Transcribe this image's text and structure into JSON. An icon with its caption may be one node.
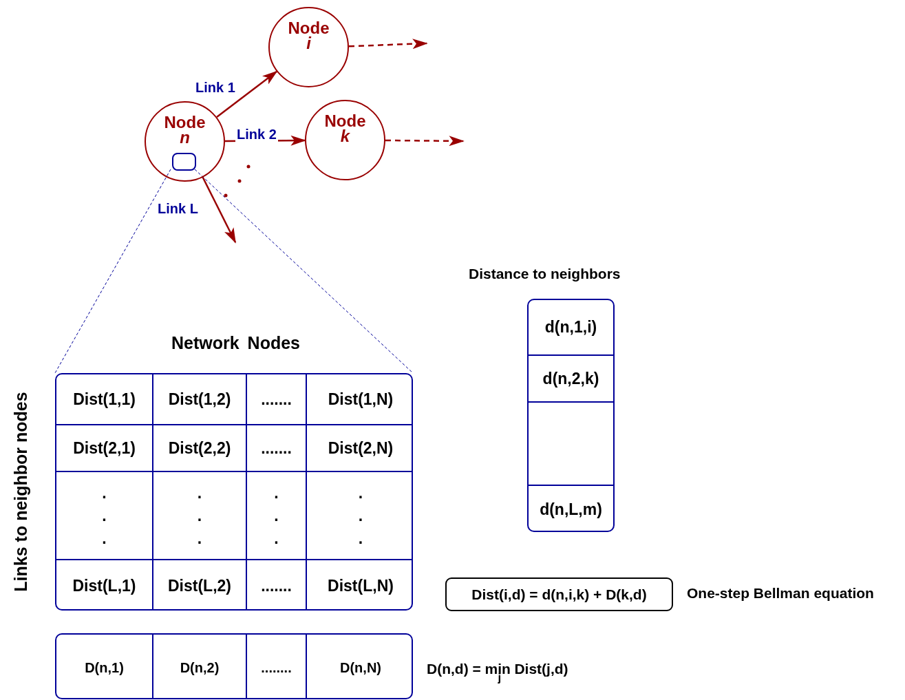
{
  "diagram": {
    "nodes": [
      {
        "text": [
          "Node",
          "i"
        ]
      },
      {
        "text": [
          "Node",
          "n"
        ]
      },
      {
        "text": [],
        "shape": "box",
        "in": 1
      },
      {
        "text": [
          "Node",
          "k"
        ]
      },
      {
        "text": [
          "Dist(1,1)",
          "Dist(1,2)",
          ".......",
          "Dist(1,N)",
          "Dist(2,1)",
          "Dist(2,2)",
          ".......",
          "Dist(2,N)",
          "...",
          "...",
          "...",
          "...",
          "Dist(L,1)",
          "Dist(L,2)",
          ".......",
          "Dist(L,N)"
        ]
      },
      {
        "text": [
          "d(n,1,i)",
          "d(n,2,k)",
          "d(n,L,m)"
        ]
      },
      {
        "text": [
          "Dist(i,d) = d(n,i,k) + D(k,d)"
        ],
        "beside": [
          "One-step Bellman equation"
        ]
      },
      {
        "text": [
          "D(n,1)",
          "D(n,2)",
          "........",
          "D(n,N)"
        ]
      }
    ],
    "edges": [
      {
        "from": 1,
        "to": 0,
        "arrow": "to",
        "label": "Link 1"
      },
      {
        "from": 1,
        "to": 3,
        "arrow": "to",
        "label": "Link 2"
      },
      {
        "from": 1,
        "to": null,
        "arrow": "to",
        "label": "Link L"
      },
      {
        "from": 0,
        "to": null,
        "arrow": "to",
        "style": "dashed"
      },
      {
        "from": 3,
        "to": null,
        "arrow": "to",
        "style": "dashed"
      },
      {
        "from": 2,
        "to": 4,
        "arrow": "none",
        "style": "dashed",
        "color": "#000099"
      },
      {
        "from": 2,
        "to": 4,
        "arrow": "none",
        "style": "dashed",
        "color": "#000099"
      }
    ],
    "labels": [
      "Distance to neighbors",
      "Network Nodes",
      "Links to neighbor nodes",
      "D(n,d) = min$_{j}$ Dist(j,d)"
    ]
  }
}
